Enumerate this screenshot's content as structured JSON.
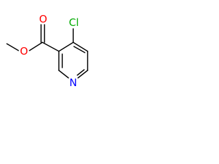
{
  "molecule": {
    "atoms": [
      {
        "symbol": "O",
        "color": "#ff0000"
      },
      {
        "symbol": "O",
        "color": "#ff0000"
      },
      {
        "symbol": "Cl",
        "color": "#00aa00"
      },
      {
        "symbol": "N",
        "color": "#0000ff"
      }
    ]
  },
  "colors": {
    "bond": "#000000",
    "oxygen": "#ff0000",
    "chlorine": "#00aa00",
    "nitrogen": "#0000ff"
  }
}
